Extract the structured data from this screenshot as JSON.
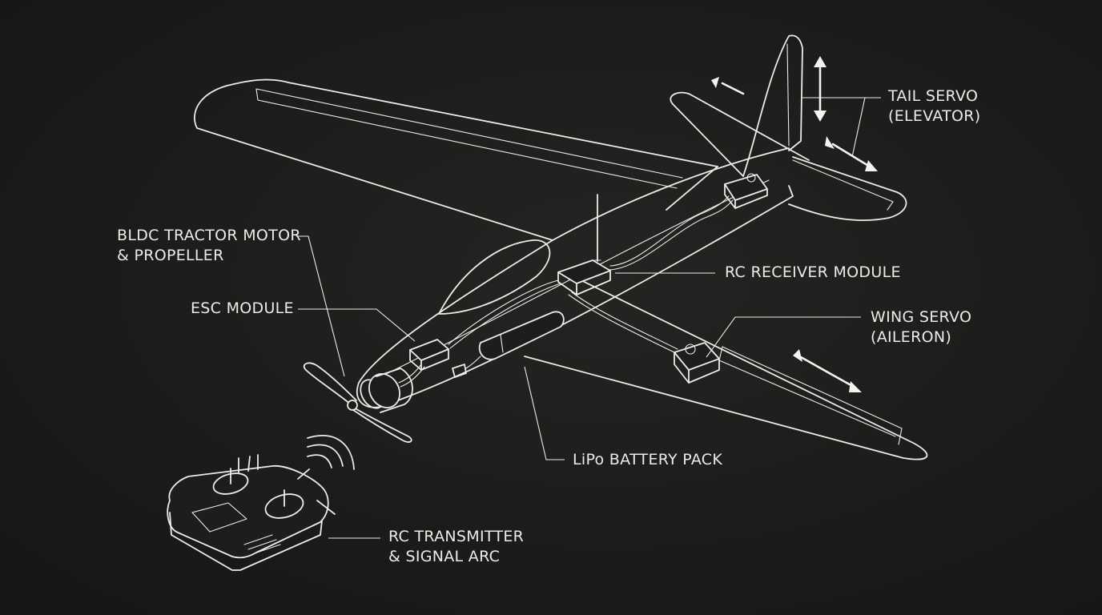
{
  "labels": {
    "tail_servo": [
      "TAIL SERVO",
      "(ELEVATOR)"
    ],
    "motor": [
      "BLDC TRACTOR MOTOR",
      "& PROPELLER"
    ],
    "receiver": [
      "RC RECEIVER MODULE"
    ],
    "esc": [
      "ESC MODULE"
    ],
    "wing_servo": [
      "WING SERVO",
      "(AILERON)"
    ],
    "battery": [
      "LiPo BATTERY PACK"
    ],
    "transmitter": [
      "RC TRANSMITTER",
      "& SIGNAL ARC"
    ]
  },
  "colors": {
    "background": "#1a1b1a",
    "line": "#ecece6"
  }
}
